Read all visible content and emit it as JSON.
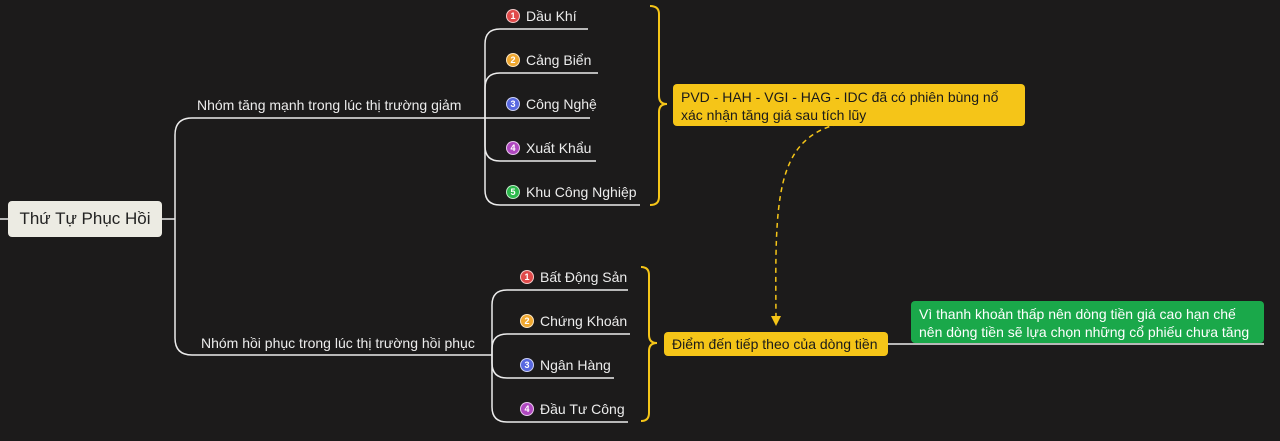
{
  "root": {
    "label": "Thứ Tự Phục Hồi"
  },
  "branches": [
    {
      "label": "Nhóm tăng mạnh trong lúc thị trường giảm",
      "items": [
        {
          "num": "1",
          "label": "Dầu Khí",
          "color": "#e04a4a"
        },
        {
          "num": "2",
          "label": "Cảng Biển",
          "color": "#f0a830"
        },
        {
          "num": "3",
          "label": "Công Nghệ",
          "color": "#5868e0"
        },
        {
          "num": "4",
          "label": "Xuất Khẩu",
          "color": "#b048c0"
        },
        {
          "num": "5",
          "label": "Khu Công Nghiệp",
          "color": "#2cb84c"
        }
      ],
      "note": "PVD - HAH - VGI - HAG - IDC đã có phiên bùng nổ xác nhận tăng giá sau tích lũy"
    },
    {
      "label": "Nhóm hồi phục trong lúc thị trường hồi phục",
      "items": [
        {
          "num": "1",
          "label": "Bất Động Sản",
          "color": "#e04a4a"
        },
        {
          "num": "2",
          "label": "Chứng Khoán",
          "color": "#f0a830"
        },
        {
          "num": "3",
          "label": "Ngân Hàng",
          "color": "#5868e0"
        },
        {
          "num": "4",
          "label": "Đầu Tư Công",
          "color": "#b048c0"
        }
      ],
      "note": "Điểm đến tiếp theo của dòng tiền"
    }
  ],
  "side_note": "Vì thanh khoản thấp nên dòng tiền giá cao hạn chế nên dòng tiền sẽ lựa chọn những cổ phiếu chưa tăng",
  "colors": {
    "background": "#1c1b1b",
    "line": "#ececec",
    "bracket": "#f5c518",
    "note_yellow": "#f5c518",
    "note_green": "#1aa84a"
  }
}
